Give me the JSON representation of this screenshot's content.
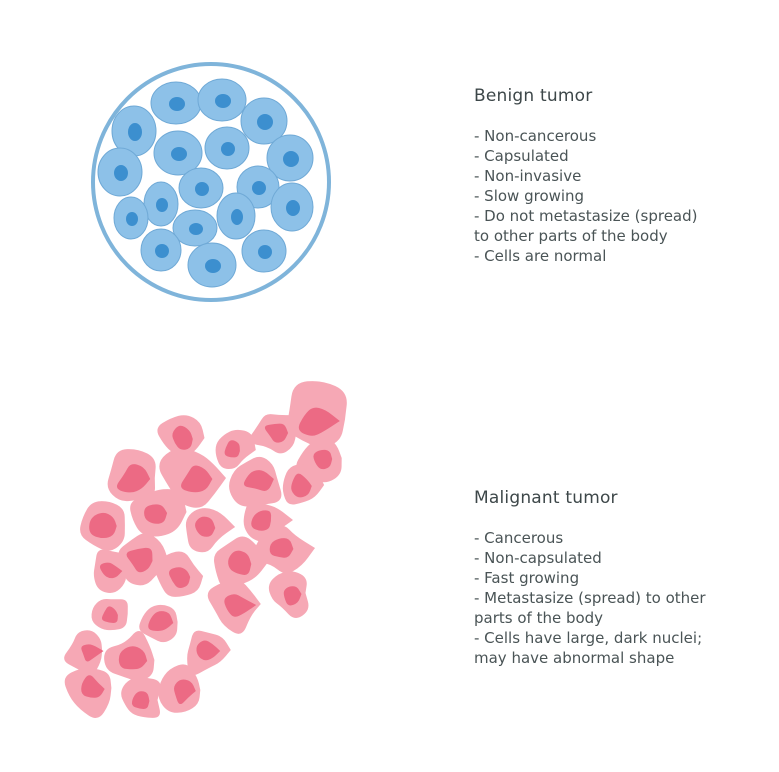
{
  "benign": {
    "title": "Benign tumor",
    "points": [
      "- Non-cancerous",
      "- Capsulated",
      "- Non-invasive",
      "- Slow growing",
      "- Do not metastasize (spread)",
      "to other parts of the body",
      "- Cells are normal"
    ],
    "colors": {
      "outline": "#7fb4da",
      "cell": "#8dc1e8",
      "cell_edge": "#6fa9d6",
      "nucleus": "#3c8fcf"
    }
  },
  "malignant": {
    "title": "Malignant tumor",
    "points": [
      "- Cancerous",
      "- Non-capsulated",
      "- Fast growing",
      "- Metastasize (spread) to other",
      "parts of the body",
      "- Cells have large, dark nuclei;",
      "may have abnormal shape"
    ],
    "colors": {
      "cell": "#f6a8b5",
      "nucleus": "#ec6a84"
    }
  }
}
